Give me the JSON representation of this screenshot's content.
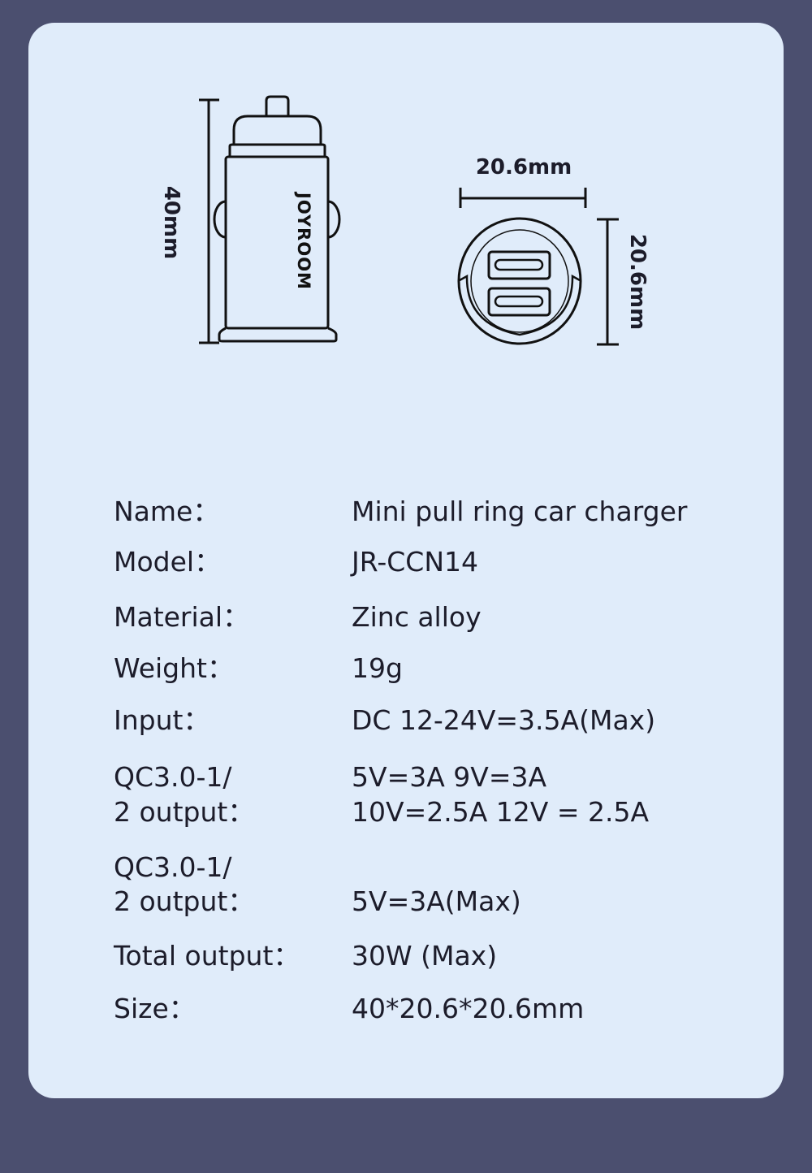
{
  "diagram": {
    "brand": "JOYROOM",
    "height_label": "40mm",
    "width_label": "20.6mm",
    "depth_label": "20.6mm"
  },
  "specs": [
    {
      "label": "Name：",
      "value": "Mini pull ring car charger"
    },
    {
      "label": "Model：",
      "value": "JR-CCN14"
    },
    {
      "label": "Material：",
      "value": "Zinc alloy"
    },
    {
      "label": "Weight：",
      "value": "19g"
    },
    {
      "label": "Input：",
      "value": "DC 12-24V=3.5A(Max)"
    },
    {
      "label_line1": "QC3.0-1/",
      "label_line2": "2 output：",
      "value_line1": "5V=3A 9V=3A",
      "value_line2": "10V=2.5A 12V = 2.5A"
    },
    {
      "label_line1": "QC3.0-1/",
      "label_line2": "2 output：",
      "value": "5V=3A(Max)"
    },
    {
      "label": "Total output：",
      "value": "30W (Max)"
    },
    {
      "label": "Size：",
      "value": "40*20.6*20.6mm"
    }
  ]
}
